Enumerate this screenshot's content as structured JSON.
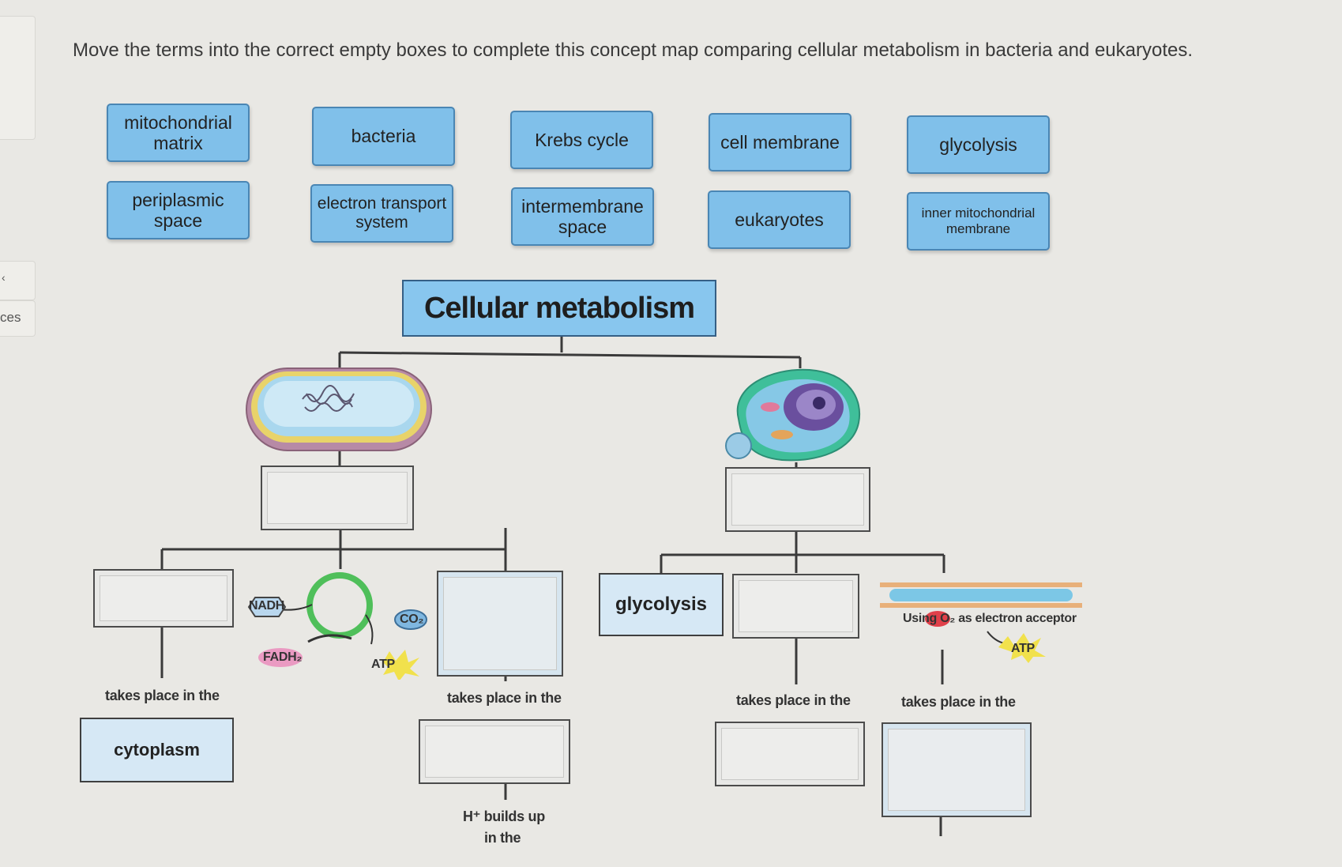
{
  "sidebar": {
    "tab_label": "ces"
  },
  "instructions": "Move the terms into the correct empty boxes to complete this concept map comparing cellular metabolism in bacteria and eukaryotes.",
  "terms": [
    "mitochondrial matrix",
    "bacteria",
    "Krebs cycle",
    "cell membrane",
    "glycolysis",
    "periplasmic space",
    "electron transport system",
    "intermembrane space",
    "eukaryotes",
    "inner mitochondrial membrane"
  ],
  "map": {
    "title": "Cellular metabolism",
    "filled": {
      "cytoplasm": "cytoplasm",
      "glycolysis": "glycolysis"
    },
    "labels": {
      "takes_place_1": "takes place in the",
      "takes_place_2": "takes place in the",
      "takes_place_3": "takes place in the",
      "takes_place_4": "takes place in the",
      "h_builds_up": "H⁺ builds up",
      "in_the": "in the"
    },
    "krebs_diagram": {
      "nadh": "NADH",
      "fadh2": "FADH₂",
      "co2": "CO₂",
      "atp": "ATP"
    },
    "etc_diagram": {
      "using_o2": "Using O₂ as electron acceptor",
      "atp": "ATP"
    }
  }
}
